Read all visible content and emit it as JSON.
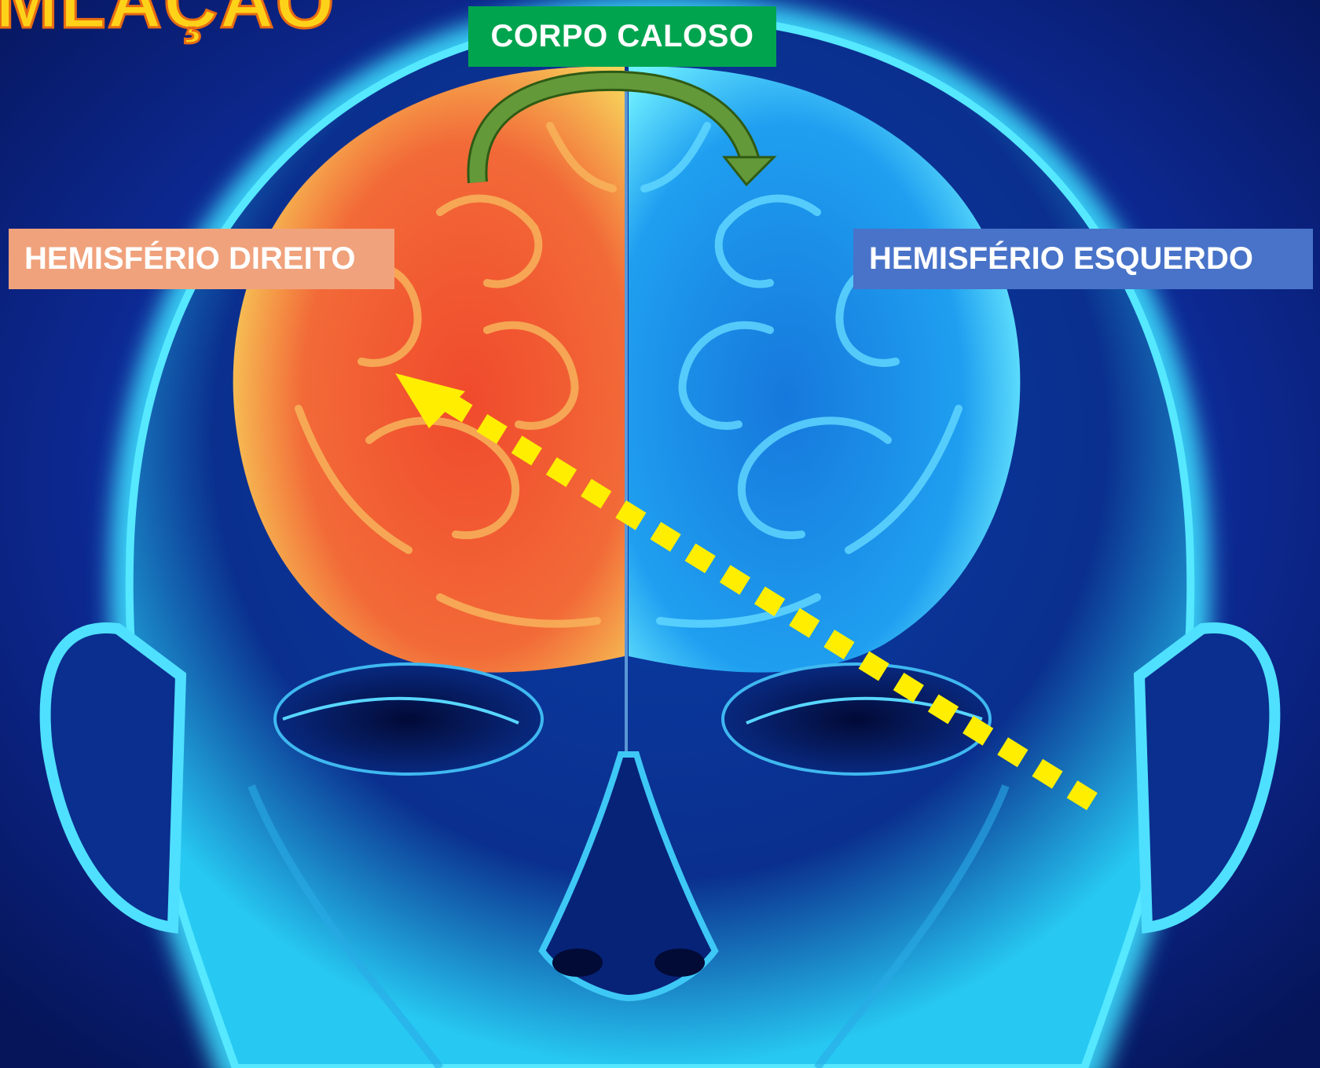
{
  "title_fragment": "MLAÇÃO",
  "labels": {
    "corpus_callosum": "CORPO CALOSO",
    "right_hemisphere": "HEMISFÉRIO DIREITO",
    "left_hemisphere": "HEMISFÉRIO ESQUERDO"
  },
  "colors": {
    "background": "#0a1e6e",
    "right_hemisphere_fill": "#f05a3a",
    "left_hemisphere_fill": "#1f8fe6",
    "corpus_label_bg": "#00a44f",
    "right_label_bg": "#f0a27c",
    "left_label_bg": "#4873c9",
    "arc_arrow": "#5a8f2e",
    "dotted_arrow": "#ffee00",
    "title_fill": "#ffd21a",
    "title_stroke": "#e86b12"
  },
  "icons": {
    "arc_arrow": "curved-arrow-icon",
    "dotted_arrow": "dotted-arrow-icon"
  }
}
